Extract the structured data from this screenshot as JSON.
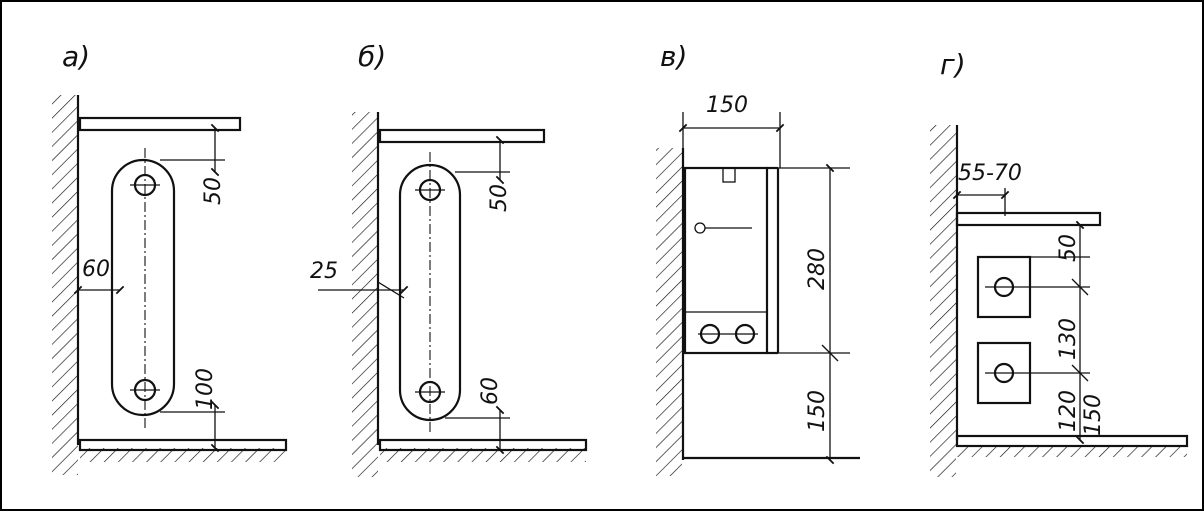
{
  "panels": [
    {
      "label": "а)",
      "dims": {
        "top_gap": "50",
        "wall_gap": "60",
        "bottom_gap": "100"
      }
    },
    {
      "label": "б)",
      "dims": {
        "top_gap": "50",
        "wall_gap": "25",
        "bottom_gap": "60"
      }
    },
    {
      "label": "в)",
      "dims": {
        "width": "150",
        "height": "280",
        "floor_gap": "150"
      }
    },
    {
      "label": "г)",
      "dims": {
        "wall_gap": "55-70",
        "top_gap": "50",
        "spacing": "130",
        "bottom_gap_a": "120",
        "bottom_gap_b": "150"
      }
    }
  ]
}
